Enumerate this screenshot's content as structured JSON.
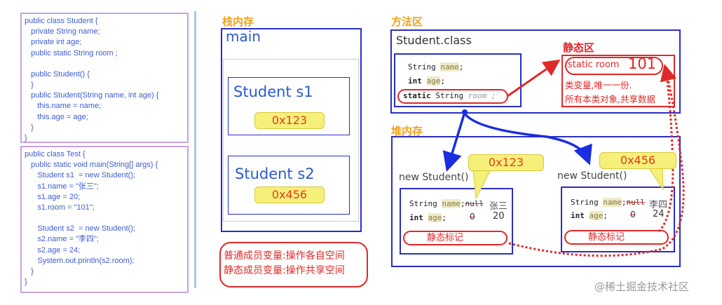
{
  "code": {
    "student_class": [
      "public class Student {",
      "   private String name;",
      "   private int age;",
      "   public static String room ;",
      "",
      "   public Student() {",
      "   }",
      "   public Student(String name, int age) {",
      "      this.name = name;",
      "      this.age = age;",
      "   }",
      "}"
    ],
    "test_class": [
      "public class Test {",
      "   public static void main(String[] args) {",
      "      Student s1  = new Student();",
      "      s1.name = \"张三\";",
      "      s1.age = 20;",
      "      s1.room = \"101\";",
      "",
      "      Student s2  = new Student();",
      "      s2.name = \"李四\";",
      "      s2.age = 24;",
      "      System.out.println(s2.room);",
      "   }",
      "}"
    ]
  },
  "stack": {
    "label": "栈内存",
    "frame": "main",
    "s1": "Student  s1",
    "s1_addr": "0x123",
    "s2": "Student s2",
    "s2_addr": "0x456",
    "note": [
      "普通成员变量:操作各自空间",
      "静态成员变量:操作共享空间"
    ]
  },
  "method_area": {
    "label": "方法区",
    "class_name": "Student.class",
    "fields": {
      "t1": "String ",
      "f1": "name",
      "s1": ";",
      "t2": "int ",
      "f2": "age",
      "s2": ";",
      "t3": "static",
      "t3b": " String ",
      "f3": "room ;"
    },
    "static_area": {
      "label": "静态区",
      "room": "static room",
      "room_value": "101",
      "desc1": "类变量,唯一一份.",
      "desc2": "所有本类对象,共享数据"
    }
  },
  "heap": {
    "label": "堆内存",
    "objects": [
      {
        "title": "new Student()",
        "addr": "0x123",
        "type1": "String ",
        "name": "name",
        "old_name": "null",
        "new_name": "张三",
        "type2": "int ",
        "age": "age",
        "old_age": "0",
        "new_age": "20",
        "static_mark": "静态标记"
      },
      {
        "title": "new Student()",
        "addr": "0x456",
        "type1": "String ",
        "name": "name",
        "old_name": "null",
        "new_name": "李四",
        "type2": "int ",
        "age": "age",
        "old_age": "0",
        "new_age": "24",
        "static_mark": "静态标记"
      }
    ]
  },
  "watermark": "@稀土掘金技术社区",
  "colors": {
    "blue": "#2a2ec4",
    "red": "#e02828",
    "orange": "#f0a21a",
    "yellow": "#f5f07a"
  }
}
